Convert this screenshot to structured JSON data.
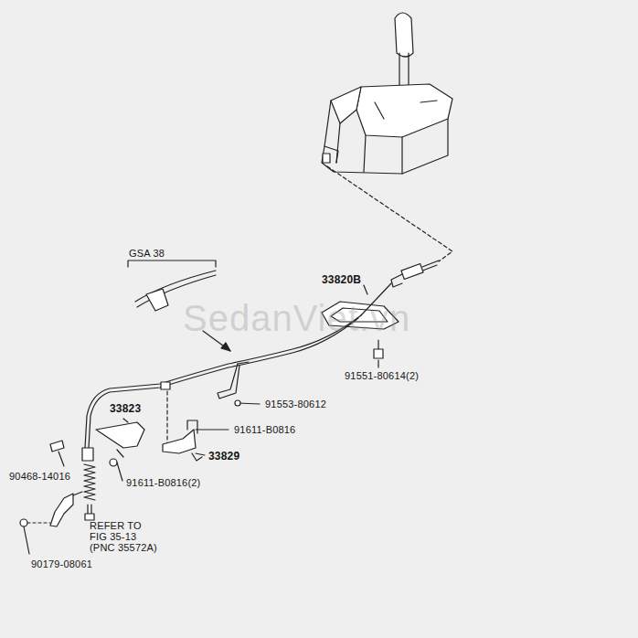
{
  "diagram": {
    "labels": [
      "SedanViet.vn",
      "GSA 38",
      "33820B",
      "91551-80614(2)",
      "91553-80612",
      "33823",
      "91611-B0816",
      "33829",
      "90468-14016",
      "91611-B0816(2)",
      "REFER TO",
      "FIG 35-13",
      "(PNC 35572A)",
      "90179-08061"
    ]
  }
}
